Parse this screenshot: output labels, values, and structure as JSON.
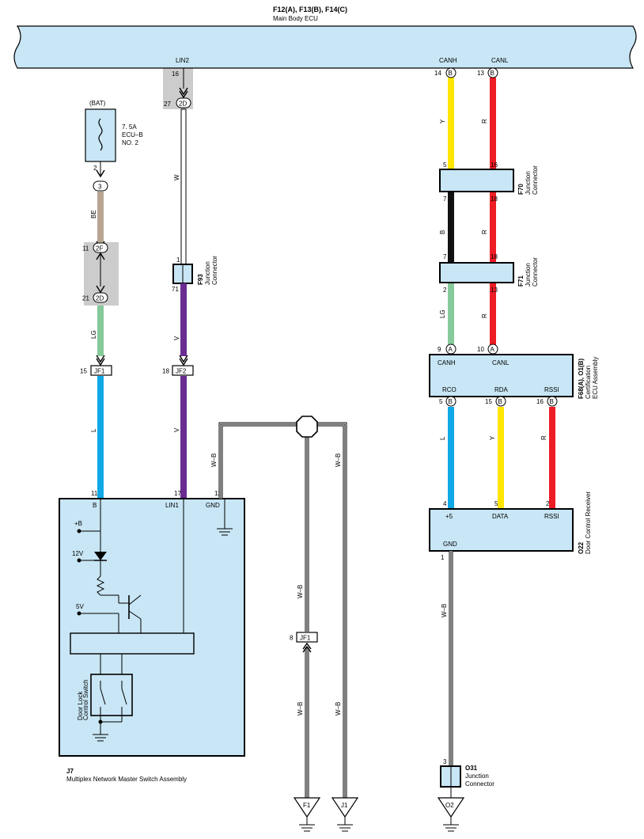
{
  "ecu": {
    "code": "F12(A), F13(B), F14(C)",
    "name": "Main Body ECU"
  },
  "ecu_pins": {
    "lin2": "LIN2",
    "canh": "CANH",
    "canl": "CANL"
  },
  "pins": {
    "p16": "16",
    "p27": "27",
    "p14": "14",
    "p13": "13",
    "p2": "2",
    "p11": "11",
    "p21": "21",
    "p15": "15",
    "p18": "18",
    "p1": "1",
    "p71": "71",
    "f70_5": "5",
    "f70_16": "16",
    "f70_7": "7",
    "f70_18": "18",
    "f71_7": "7",
    "f71_18": "18",
    "f71_2": "2",
    "f71_13": "13",
    "cert_9": "9",
    "cert_10": "10",
    "cert_5": "5",
    "cert_15": "15",
    "cert_16": "16",
    "j7_11": "11",
    "j7_17": "17",
    "j7_12": "12",
    "o22_4": "4",
    "o22_5": "5",
    "o22_2": "2",
    "o22_1": "1",
    "jf1b_8": "8",
    "o31_3": "3"
  },
  "conn_letters": {
    "b": "B",
    "a": "A"
  },
  "conn": {
    "d2d": "2D",
    "c3": "3",
    "c2f": "2F",
    "jf1": "JF1",
    "jf2": "JF2"
  },
  "fuse": {
    "bat": "(BAT)",
    "rating": "7. 5A",
    "name1": "ECU–B",
    "name2": "NO. 2"
  },
  "wires": {
    "be": "BE",
    "lg": "LG",
    "l": "L",
    "w": "W",
    "v": "V",
    "y": "Y",
    "r": "R",
    "b": "B",
    "wb": "W–B"
  },
  "f93": {
    "code": "F93",
    "name1": "Junction",
    "name2": "Connector"
  },
  "f70": {
    "code": "F70",
    "name1": "Junction",
    "name2": "Connector"
  },
  "f71": {
    "code": "F71",
    "name1": "Junction",
    "name2": "Connector"
  },
  "cert": {
    "code": "F68(A), O1(B)",
    "name1": "Certification",
    "name2": "ECU Assembly",
    "canh": "CANH",
    "canl": "CANL",
    "rco": "RCO",
    "rda": "RDA",
    "rssi": "RSSI"
  },
  "o22": {
    "code": "O22",
    "name": "Door Control Receiver",
    "plus5": "+5",
    "data": "DATA",
    "rssi": "RSSI",
    "gnd": "GND"
  },
  "j7": {
    "code": "J7",
    "name": "Multiplex Network Master Switch Assembly",
    "b": "B",
    "lin1": "LIN1",
    "gnd": "GND",
    "plusb": "+B",
    "v12": "12V",
    "v5": "5V",
    "switch1": "Door Lock",
    "switch2": "Control Switch"
  },
  "o31": {
    "code": "O31",
    "name1": "Junction",
    "name2": "Connector"
  },
  "grounds": {
    "f1": "F1",
    "j1": "J1",
    "o2": "O2"
  },
  "colors": {
    "panel": "#c8e6f5",
    "yellow": "#ffe600",
    "red": "#ee1c25",
    "black": "#111111",
    "green": "#86c99a",
    "blue": "#10a8e6",
    "purple": "#6b2c91",
    "beige": "#b8a591",
    "shade": "#cccccc"
  }
}
